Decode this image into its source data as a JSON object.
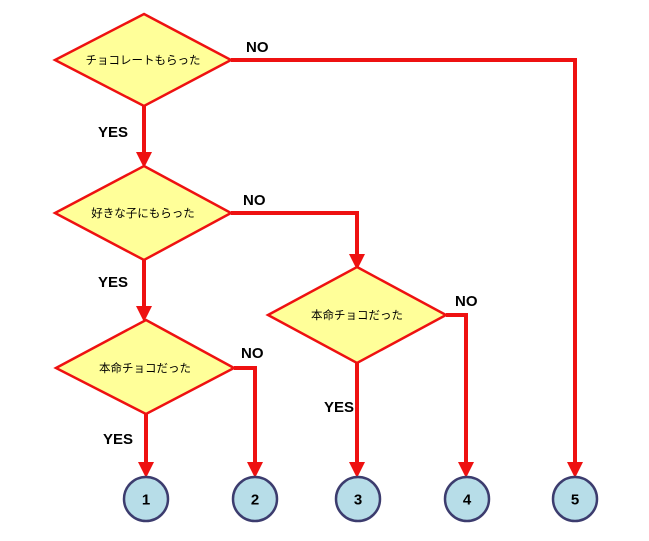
{
  "decisions": {
    "chocolate": "チョコレートもらった",
    "crush": "好きな子にもらった",
    "honmei_left": "本命チョコだった",
    "honmei_right": "本命チョコだった"
  },
  "edge_labels": {
    "chocolate_yes": "YES",
    "chocolate_no": "NO",
    "crush_yes": "YES",
    "crush_no": "NO",
    "honmei_left_yes": "YES",
    "honmei_left_no": "NO",
    "honmei_right_yes": "YES",
    "honmei_right_no": "NO"
  },
  "outcomes": [
    "1",
    "2",
    "3",
    "4",
    "5"
  ],
  "colors": {
    "connector": "#ee1111",
    "decision_fill": "#ffff99",
    "outcome_fill": "#b7dde8",
    "outcome_border": "#3c3c6e"
  }
}
